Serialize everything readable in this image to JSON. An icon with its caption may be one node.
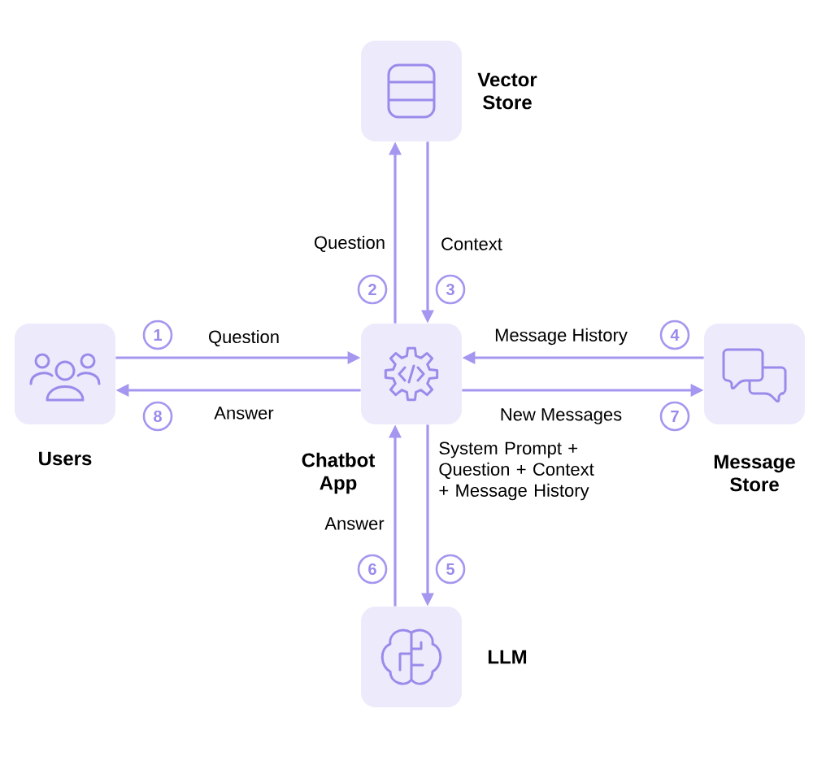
{
  "diagram": {
    "nodes": [
      {
        "text": [
          "Users"
        ]
      },
      {
        "text": [
          "Chatbot App"
        ]
      },
      {
        "text": [
          "Vector Store"
        ]
      },
      {
        "text": [
          "Message Store"
        ]
      },
      {
        "text": [
          "LLM"
        ]
      }
    ],
    "edges": [
      {
        "from": 0,
        "to": 1,
        "arrow": "to",
        "label": "Question"
      },
      {
        "from": 1,
        "to": 2,
        "arrow": "to",
        "label": "Question"
      },
      {
        "from": 2,
        "to": 1,
        "arrow": "to",
        "label": "Context"
      },
      {
        "from": 3,
        "to": 1,
        "arrow": "to",
        "label": "Message History"
      },
      {
        "from": 1,
        "to": 4,
        "arrow": "to",
        "label": "System Prompt + Question + Context + Message History"
      },
      {
        "from": 4,
        "to": 1,
        "arrow": "to",
        "label": "Answer"
      },
      {
        "from": 1,
        "to": 3,
        "arrow": "to",
        "label": "New Messages"
      },
      {
        "from": 1,
        "to": 0,
        "arrow": "to",
        "label": "Answer"
      }
    ],
    "labels": [
      "1",
      "2",
      "3",
      "4",
      "5",
      "6",
      "7",
      "8"
    ]
  }
}
